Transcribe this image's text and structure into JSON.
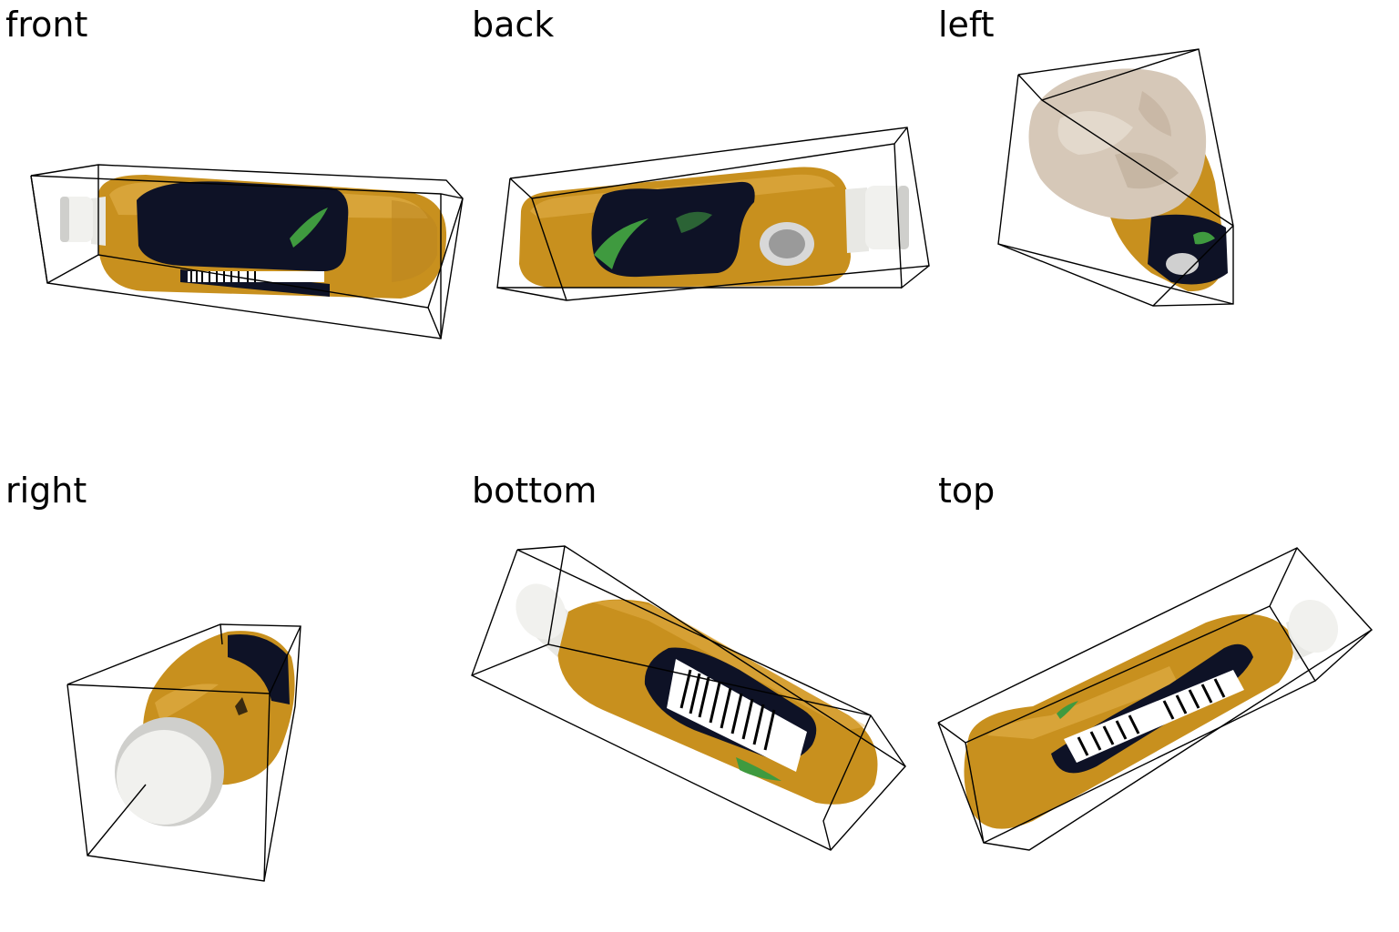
{
  "views": [
    {
      "label": "front"
    },
    {
      "label": "back"
    },
    {
      "label": "left"
    },
    {
      "label": "right"
    },
    {
      "label": "bottom"
    },
    {
      "label": "top"
    }
  ],
  "colors": {
    "bottle_body": "#c8901e",
    "bottle_shadow": "#a8741a",
    "bottle_highlight": "#e6b450",
    "label_dark": "#0e1226",
    "label_green": "#3f9a3f",
    "cap": "#f1f1ee",
    "cap_shade": "#cfcfcc",
    "base_beige": "#d6c8b8",
    "box_line": "#000000"
  },
  "icons": [
    "bottle-render",
    "bounding-box-wireframe",
    "barcode-icon"
  ]
}
